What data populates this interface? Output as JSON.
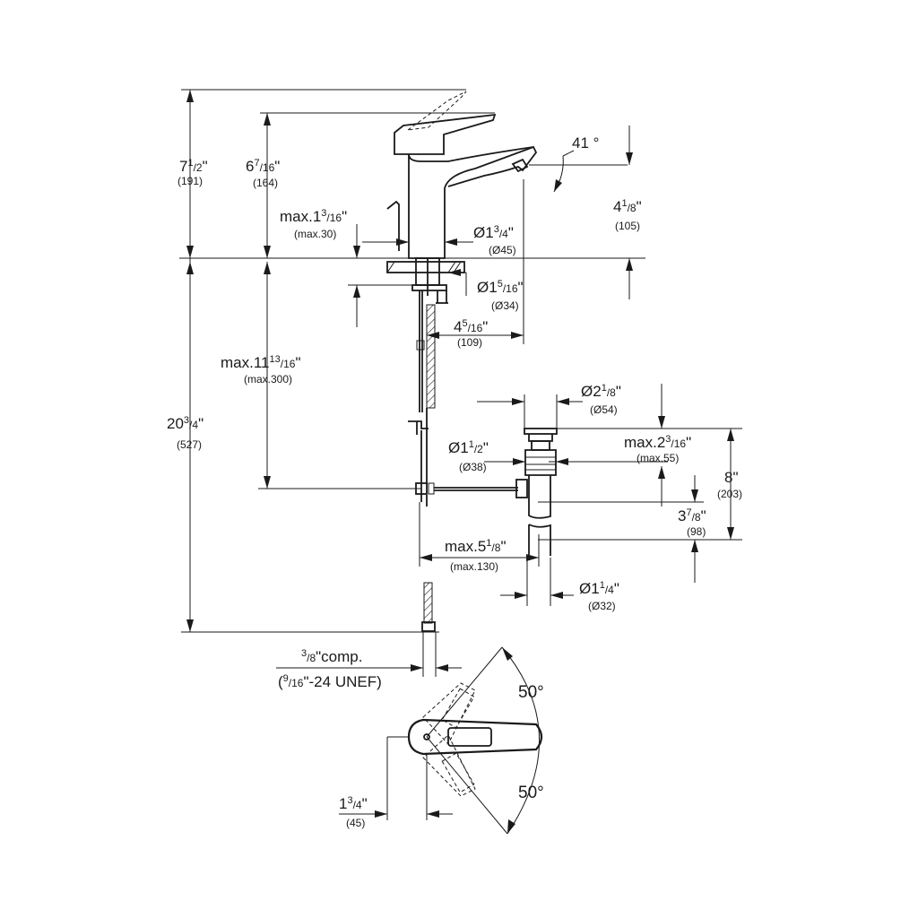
{
  "diagram": {
    "labels": {
      "total_height": {
        "main": "7",
        "sup": "1",
        "sub": "/2",
        "unit": "\"",
        "mm": "(191)"
      },
      "spout_height": {
        "main": "6",
        "sup": "7",
        "sub": "/16",
        "unit": "\"",
        "mm": "(164)"
      },
      "spout_angle": {
        "main": "41 °"
      },
      "outlet_height": {
        "main": "4",
        "sup": "1",
        "sub": "/8",
        "unit": "\"",
        "mm": "(105)"
      },
      "deck_max": {
        "main": "max.1",
        "sup": "3",
        "sub": "/16",
        "unit": "\"",
        "mm": "(max.30)"
      },
      "body_dia": {
        "main": "Ø1",
        "sup": "3",
        "sub": "/4",
        "unit": "\"",
        "mm": "(Ø45)"
      },
      "hole_dia": {
        "main": "Ø1",
        "sup": "5",
        "sub": "/16",
        "unit": "\"",
        "mm": "(Ø34)"
      },
      "outlet_offset": {
        "main": "4",
        "sup": "5",
        "sub": "/16",
        "unit": "\"",
        "mm": "(109)"
      },
      "tail_max": {
        "main": "max.11",
        "sup": "13",
        "sub": "/16",
        "unit": "\"",
        "mm": "(max.300)"
      },
      "supply_height": {
        "main": "20",
        "sup": "3",
        "sub": "/4",
        "unit": "\"",
        "mm": "(527)"
      },
      "waste_flange_dia": {
        "main": "Ø2",
        "sup": "1",
        "sub": "/8",
        "unit": "\"",
        "mm": "(Ø54)"
      },
      "waste_max": {
        "main": "max.2",
        "sup": "3",
        "sub": "/16",
        "unit": "\"",
        "mm": "(max.55)"
      },
      "waste_body_dia": {
        "main": "Ø1",
        "sup": "1",
        "sub": "/2",
        "unit": "\"",
        "mm": "(Ø38)"
      },
      "waste_total": {
        "main": "8",
        "unit": "\"",
        "mm": "(203)"
      },
      "tailpiece": {
        "main": "3",
        "sup": "7",
        "sub": "/8",
        "unit": "\"",
        "mm": "(98)"
      },
      "rod_max": {
        "main": "max.5",
        "sup": "1",
        "sub": "/8",
        "unit": "\"",
        "mm": "(max.130)"
      },
      "tail_dia": {
        "main": "Ø1",
        "sup": "1",
        "sub": "/4",
        "unit": "\"",
        "mm": "(Ø32)"
      },
      "comp": {
        "sup": "3",
        "sub": "/8",
        "main": "\"comp.",
        "line2a": "(",
        "line2sup": "9",
        "line2sub": "/16",
        "line2b": "\"-24 UNEF)"
      },
      "angle_upper": {
        "main": "50°"
      },
      "angle_lower": {
        "main": "50°"
      },
      "lever_offset": {
        "main": "1",
        "sup": "3",
        "sub": "/4",
        "unit": "\"",
        "mm": "(45)"
      }
    }
  }
}
